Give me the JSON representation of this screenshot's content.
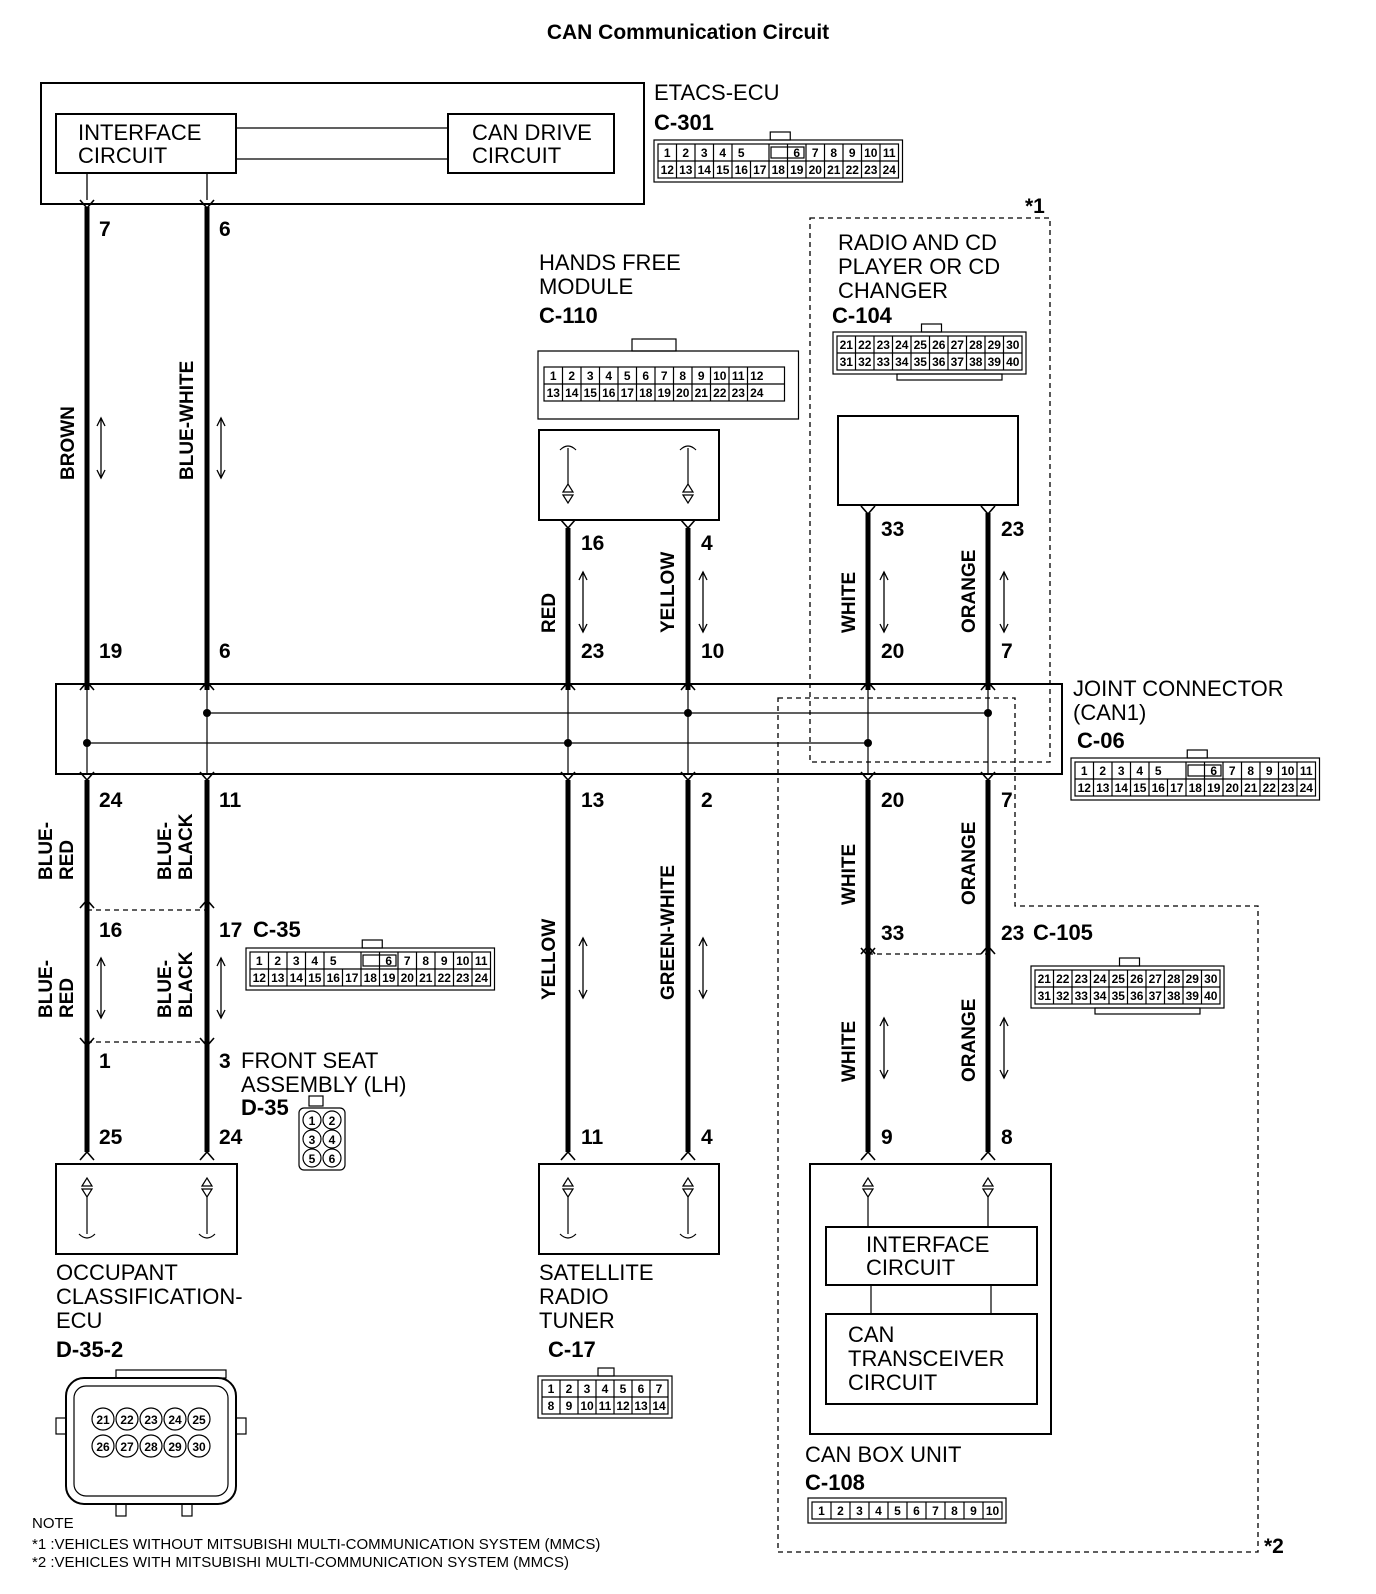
{
  "title": "CAN Communication Circuit",
  "etacs": {
    "name": "ETACS-ECU",
    "connector": "C-301",
    "interface": [
      "INTERFACE",
      "CIRCUIT"
    ],
    "can_drive": [
      "CAN DRIVE",
      "CIRCUIT"
    ],
    "pin_brown": "7",
    "pin_bluewhite": "6",
    "connector_cells": [
      [
        "1",
        "2",
        "3",
        "4",
        "5",
        "",
        "6",
        "7",
        "8",
        "9",
        "10",
        "11"
      ],
      [
        "12",
        "13",
        "14",
        "15",
        "16",
        "17",
        "18",
        "19",
        "20",
        "21",
        "22",
        "23",
        "24"
      ]
    ]
  },
  "hands_free": {
    "name": [
      "HANDS FREE",
      "MODULE"
    ],
    "connector": "C-110",
    "pin_red": "16",
    "pin_yellow": "4",
    "connector_cells": [
      [
        "1",
        "2",
        "3",
        "4",
        "5",
        "6",
        "7",
        "8",
        "9",
        "10",
        "11",
        "12"
      ],
      [
        "13",
        "14",
        "15",
        "16",
        "17",
        "18",
        "19",
        "20",
        "21",
        "22",
        "23",
        "24"
      ]
    ]
  },
  "radio": {
    "name": [
      "RADIO AND CD",
      "PLAYER OR CD",
      "CHANGER"
    ],
    "connector": "C-104",
    "pin_white": "33",
    "pin_orange": "23",
    "connector_cells": [
      [
        "21",
        "22",
        "23",
        "24",
        "25",
        "26",
        "27",
        "28",
        "29",
        "30"
      ],
      [
        "31",
        "32",
        "33",
        "34",
        "35",
        "36",
        "37",
        "38",
        "39",
        "40"
      ]
    ]
  },
  "joint": {
    "name": [
      "JOINT CONNECTOR",
      "(CAN1)"
    ],
    "connector": "C-06",
    "top_pins": [
      "19",
      "6",
      "23",
      "10",
      "20",
      "7"
    ],
    "bottom_pins": [
      "24",
      "11",
      "13",
      "2",
      "20",
      "7"
    ],
    "connector_cells": [
      [
        "1",
        "2",
        "3",
        "4",
        "5",
        "",
        "6",
        "7",
        "8",
        "9",
        "10",
        "11"
      ],
      [
        "12",
        "13",
        "14",
        "15",
        "16",
        "17",
        "18",
        "19",
        "20",
        "21",
        "22",
        "23",
        "24"
      ]
    ]
  },
  "wires": {
    "brown": "BROWN",
    "blue_white": "BLUE-WHITE",
    "red": "RED",
    "yellow": "YELLOW",
    "white": "WHITE",
    "orange": "ORANGE",
    "blue_red": [
      "BLUE-",
      "RED"
    ],
    "blue_black": [
      "BLUE-",
      "BLACK"
    ],
    "green_white": "GREEN-WHITE"
  },
  "c35": {
    "connector": "C-35",
    "pin_bluered": "16",
    "pin_blueblack": "17",
    "connector_cells": [
      [
        "1",
        "2",
        "3",
        "4",
        "5",
        "",
        "6",
        "7",
        "8",
        "9",
        "10",
        "11"
      ],
      [
        "12",
        "13",
        "14",
        "15",
        "16",
        "17",
        "18",
        "19",
        "20",
        "21",
        "22",
        "23",
        "24"
      ]
    ]
  },
  "front_seat": {
    "name": [
      "FRONT SEAT",
      "ASSEMBLY (LH)"
    ],
    "connector": "D-35",
    "pin_1": "1",
    "pin_3": "3",
    "connector_cells": [
      "1",
      "2",
      "3",
      "4",
      "5",
      "6"
    ]
  },
  "occupant": {
    "name": [
      "OCCUPANT",
      "CLASSIFICATION-",
      "ECU"
    ],
    "connector": "D-35-2",
    "pin_bluered": "25",
    "pin_blueblack": "24",
    "connector_cells": [
      [
        "21",
        "22",
        "23",
        "24",
        "25"
      ],
      [
        "26",
        "27",
        "28",
        "29",
        "30"
      ]
    ]
  },
  "satellite": {
    "name": [
      "SATELLITE",
      "RADIO",
      "TUNER"
    ],
    "connector": "C-17",
    "pin_yellow": "11",
    "pin_greenwhite": "4",
    "connector_cells": [
      [
        "1",
        "2",
        "3",
        "4",
        "5",
        "6",
        "7"
      ],
      [
        "8",
        "9",
        "10",
        "11",
        "12",
        "13",
        "14"
      ]
    ]
  },
  "c105": {
    "connector": "C-105",
    "pin_white": "33",
    "pin_orange": "23",
    "connector_cells": [
      [
        "21",
        "22",
        "23",
        "24",
        "25",
        "26",
        "27",
        "28",
        "29",
        "30"
      ],
      [
        "31",
        "32",
        "33",
        "34",
        "35",
        "36",
        "37",
        "38",
        "39",
        "40"
      ]
    ]
  },
  "canbox": {
    "name": "CAN BOX UNIT",
    "connector": "C-108",
    "interface": [
      "INTERFACE",
      "CIRCUIT"
    ],
    "transceiver": [
      "CAN",
      "TRANSCEIVER",
      "CIRCUIT"
    ],
    "pin_white": "9",
    "pin_orange": "8",
    "connector_cells": [
      "1",
      "2",
      "3",
      "4",
      "5",
      "6",
      "7",
      "8",
      "9",
      "10"
    ]
  },
  "marks": {
    "m1": "*1",
    "m2": "*2"
  },
  "note": {
    "heading": "NOTE",
    "line1": "*1 :VEHICLES WITHOUT MITSUBISHI MULTI-COMMUNICATION SYSTEM (MMCS)",
    "line2": "*2 :VEHICLES WITH MITSUBISHI MULTI-COMMUNICATION SYSTEM (MMCS)"
  }
}
